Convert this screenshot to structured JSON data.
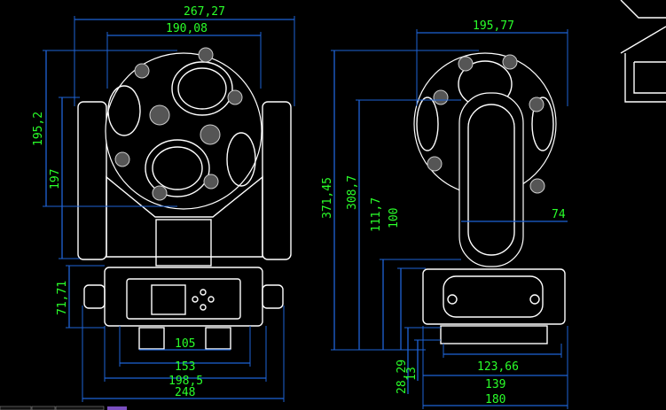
{
  "drawing": {
    "front_view": {
      "dimensions": {
        "overall_width": "267,27",
        "head_width": "190,08",
        "head_height": "195,2",
        "yoke_height": "197",
        "base_height": "71,71",
        "feet_spacing": "105",
        "feet_outer": "153",
        "base_width": "198,5",
        "handles_width": "248"
      }
    },
    "side_view": {
      "dimensions": {
        "head_width": "195,77",
        "total_height": "371,45",
        "arm_height": "308,7",
        "base_section_height": "111,7",
        "base_height": "100",
        "arm_width": "74",
        "feet_height": "28,29",
        "feet_gap": "13",
        "feet_width": "123,66",
        "base_inner_width": "139",
        "base_width": "180"
      }
    },
    "colors": {
      "background": "#000000",
      "dimension_line": "#1e63d6",
      "dimension_text": "#2aff2a",
      "outline": "#ffffff"
    }
  }
}
